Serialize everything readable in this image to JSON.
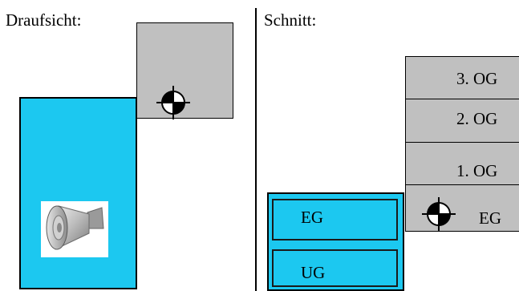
{
  "plan_view": {
    "heading": "Draufsicht:",
    "icons": {
      "speaker": "loudspeaker-icon",
      "reference_mark": "crosshair-target-icon"
    },
    "colors": {
      "zone": "#1cc8f0",
      "block": "#c0c0c0"
    }
  },
  "section_view": {
    "heading": "Schnitt:",
    "floors": {
      "og3": "3. OG",
      "og2": "2. OG",
      "og1": "1. OG",
      "eg_right": "EG",
      "eg_left": "EG",
      "ug": "UG"
    },
    "icons": {
      "reference_mark": "crosshair-target-icon"
    },
    "colors": {
      "zone": "#1cc8f0",
      "block": "#c0c0c0"
    }
  }
}
